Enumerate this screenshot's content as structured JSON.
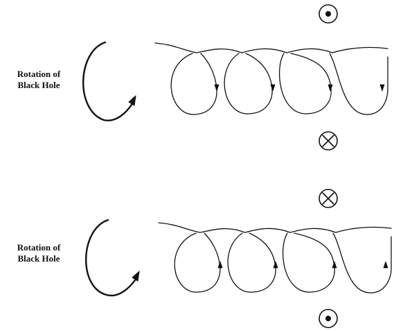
{
  "panels": [
    {
      "id": "top",
      "label_line1": "Rotation of",
      "label_line2": "Black Hole",
      "upper_symbol": "dot",
      "lower_symbol": "cross",
      "loop_arrow_direction": "down"
    },
    {
      "id": "bottom",
      "label_line1": "Rotation of",
      "label_line2": "Black Hole",
      "upper_symbol": "cross",
      "lower_symbol": "dot",
      "loop_arrow_direction": "up"
    }
  ],
  "colors": {
    "ink": "#111111",
    "background": "#ffffff"
  }
}
